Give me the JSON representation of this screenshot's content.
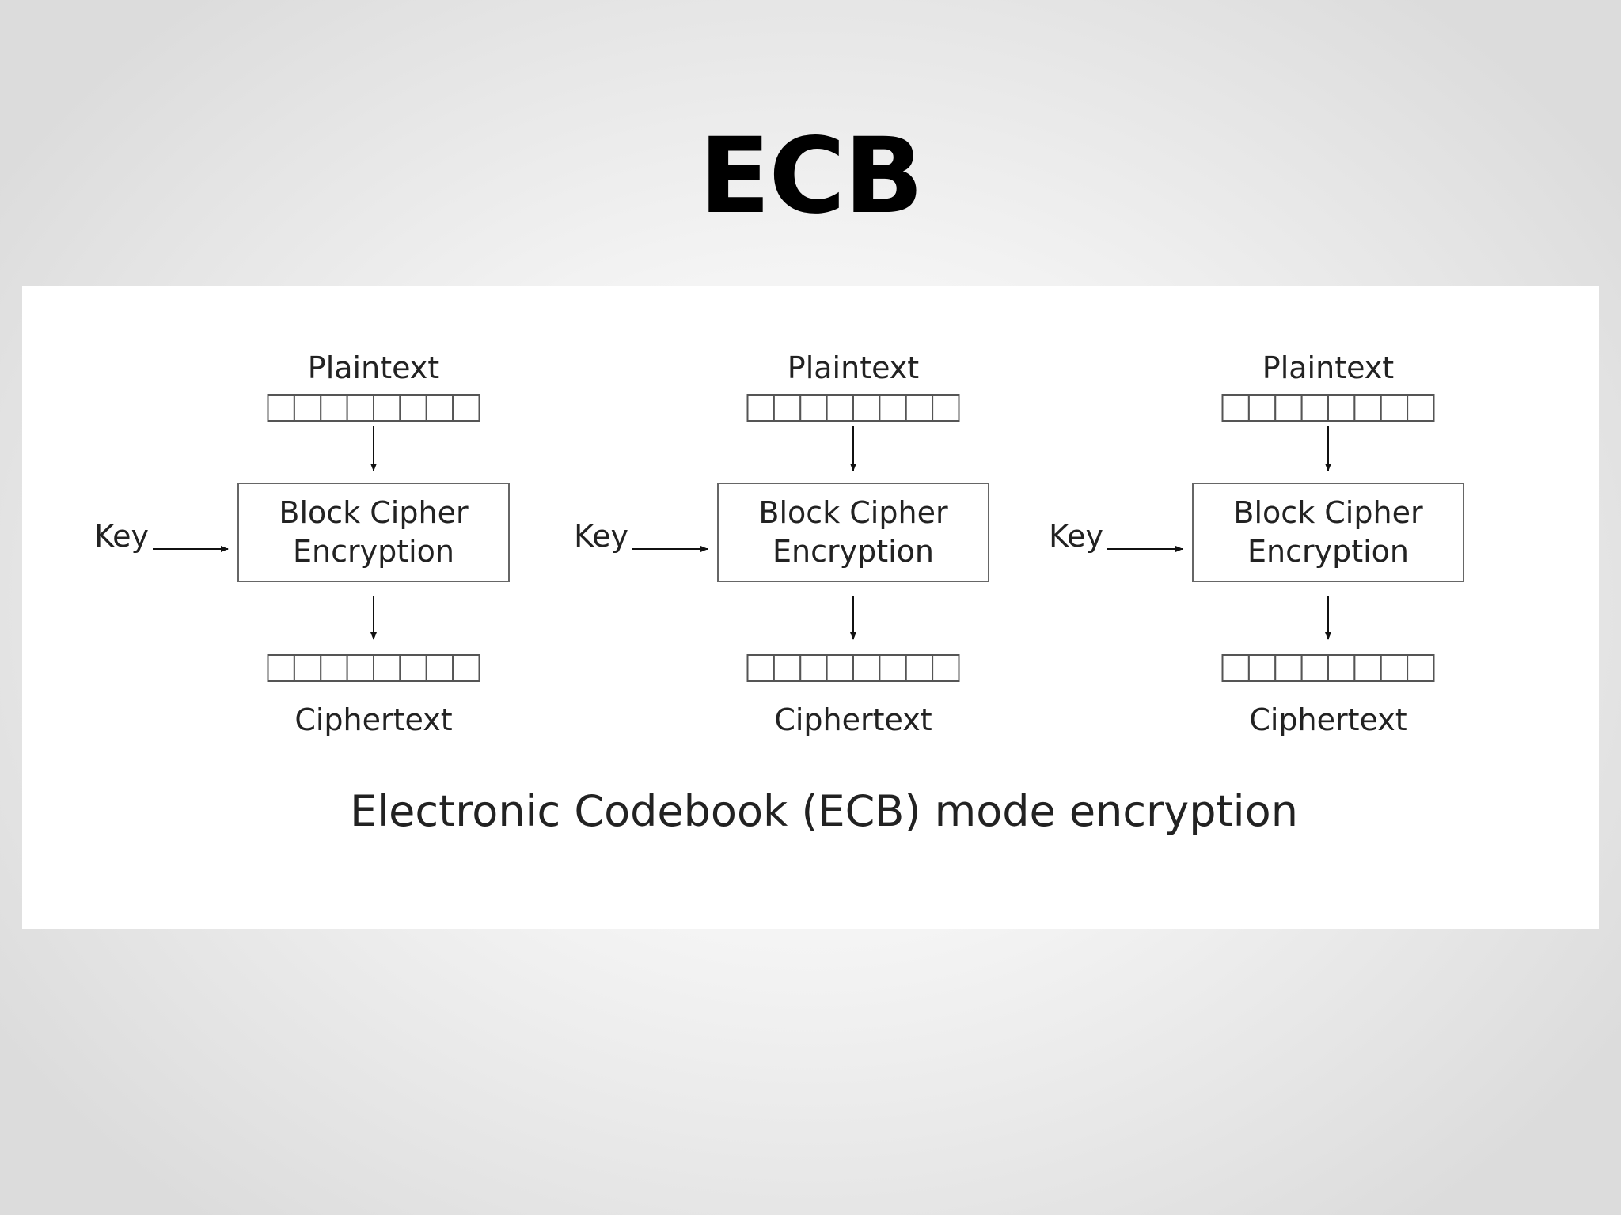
{
  "slide": {
    "title": "ECB"
  },
  "diagram": {
    "units": [
      {
        "plaintext_label": "Plaintext",
        "cipher_line1": "Block Cipher",
        "cipher_line2": "Encryption",
        "key_label": "Key",
        "ciphertext_label": "Ciphertext"
      },
      {
        "plaintext_label": "Plaintext",
        "cipher_line1": "Block Cipher",
        "cipher_line2": "Encryption",
        "key_label": "Key",
        "ciphertext_label": "Ciphertext"
      },
      {
        "plaintext_label": "Plaintext",
        "cipher_line1": "Block Cipher",
        "cipher_line2": "Encryption",
        "key_label": "Key",
        "ciphertext_label": "Ciphertext"
      }
    ],
    "bits_per_block": 8,
    "caption": "Electronic Codebook (ECB) mode encryption"
  }
}
